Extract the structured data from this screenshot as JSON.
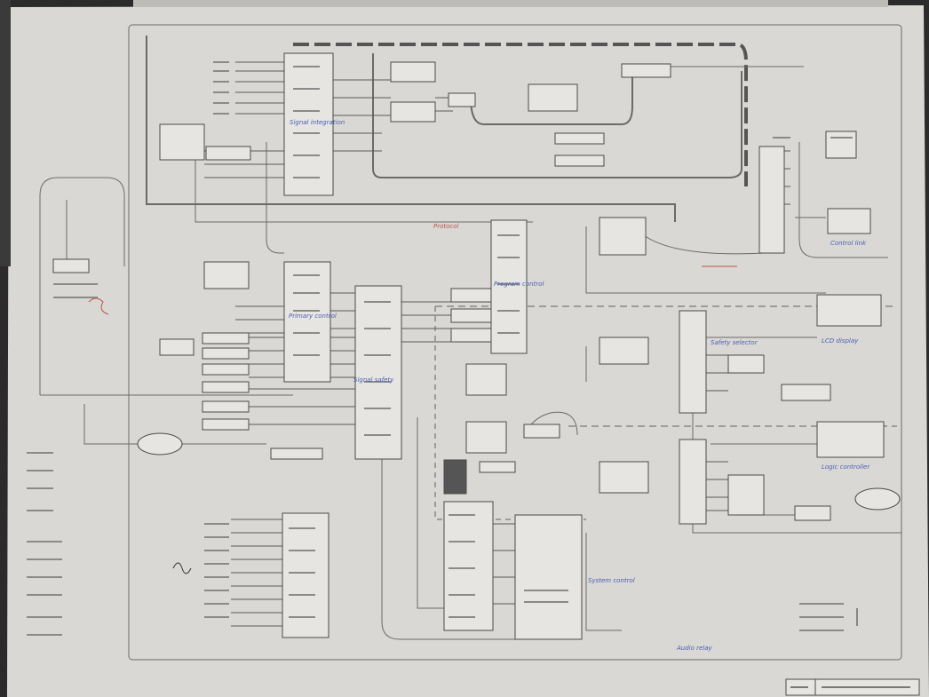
{
  "colors": {
    "paper": "#d9d8d4",
    "line": "#6a6a6a",
    "dark_line": "#3a3a3a",
    "box_fill": "#e6e5e1",
    "blue_ink": "#4a5fb5",
    "red_ink": "#c0504d",
    "desk": "#2b2b2b"
  },
  "annotations": {
    "blue_1": "Signal integration",
    "blue_2": "Primary control",
    "blue_3": "Signal safety",
    "blue_4": "Program control",
    "blue_5": "Safety selector",
    "blue_6": "System control",
    "blue_7": "Audio relay",
    "blue_8": "Control link",
    "blue_9": "LCD display",
    "blue_10": "Logic controller",
    "red_1": "Protocol"
  }
}
